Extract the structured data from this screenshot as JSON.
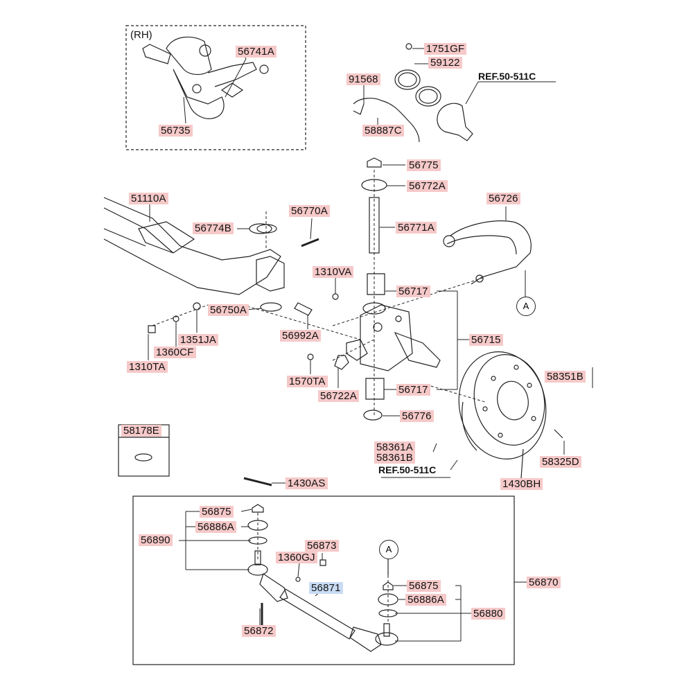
{
  "labels": {
    "rh": "(RH)",
    "l56741A": "56741A",
    "l56735": "56735",
    "l1751GF": "1751GF",
    "l59122": "59122",
    "l91568": "91568",
    "ref1": "REF.50-511C",
    "l58887C": "58887C",
    "l56775": "56775",
    "l56772A": "56772A",
    "l56726": "56726",
    "l51110A": "51110A",
    "l56770A": "56770A",
    "l56774B": "56774B",
    "l56771A": "56771A",
    "l1310VA": "1310VA",
    "l56717a": "56717",
    "l56750A": "56750A",
    "l1351JA": "1351JA",
    "l1360CF": "1360CF",
    "l1310TA": "1310TA",
    "l56992A": "56992A",
    "l56715": "56715",
    "l1570TA": "1570TA",
    "l56722A": "56722A",
    "l56717b": "56717",
    "l58351B": "58351B",
    "l56776": "56776",
    "l58178E": "58178E",
    "l58361A": "58361A",
    "l58361B": "58361B",
    "ref2": "REF.50-511C",
    "l58325D": "58325D",
    "l1430BH": "1430BH",
    "l1430AS": "1430AS",
    "l56875a": "56875",
    "l56886Aa": "56886A",
    "l56890": "56890",
    "l56873": "56873",
    "l1360GJ": "1360GJ",
    "l56871": "56871",
    "l56870": "56870",
    "l56875b": "56875",
    "l56886Ab": "56886A",
    "l56880": "56880",
    "l56872": "56872",
    "calloutA1": "A",
    "calloutA2": "A"
  },
  "colors": {
    "label_bg": "#f6c9c9",
    "highlight_bg": "#c9dcf4",
    "line": "#222222"
  }
}
